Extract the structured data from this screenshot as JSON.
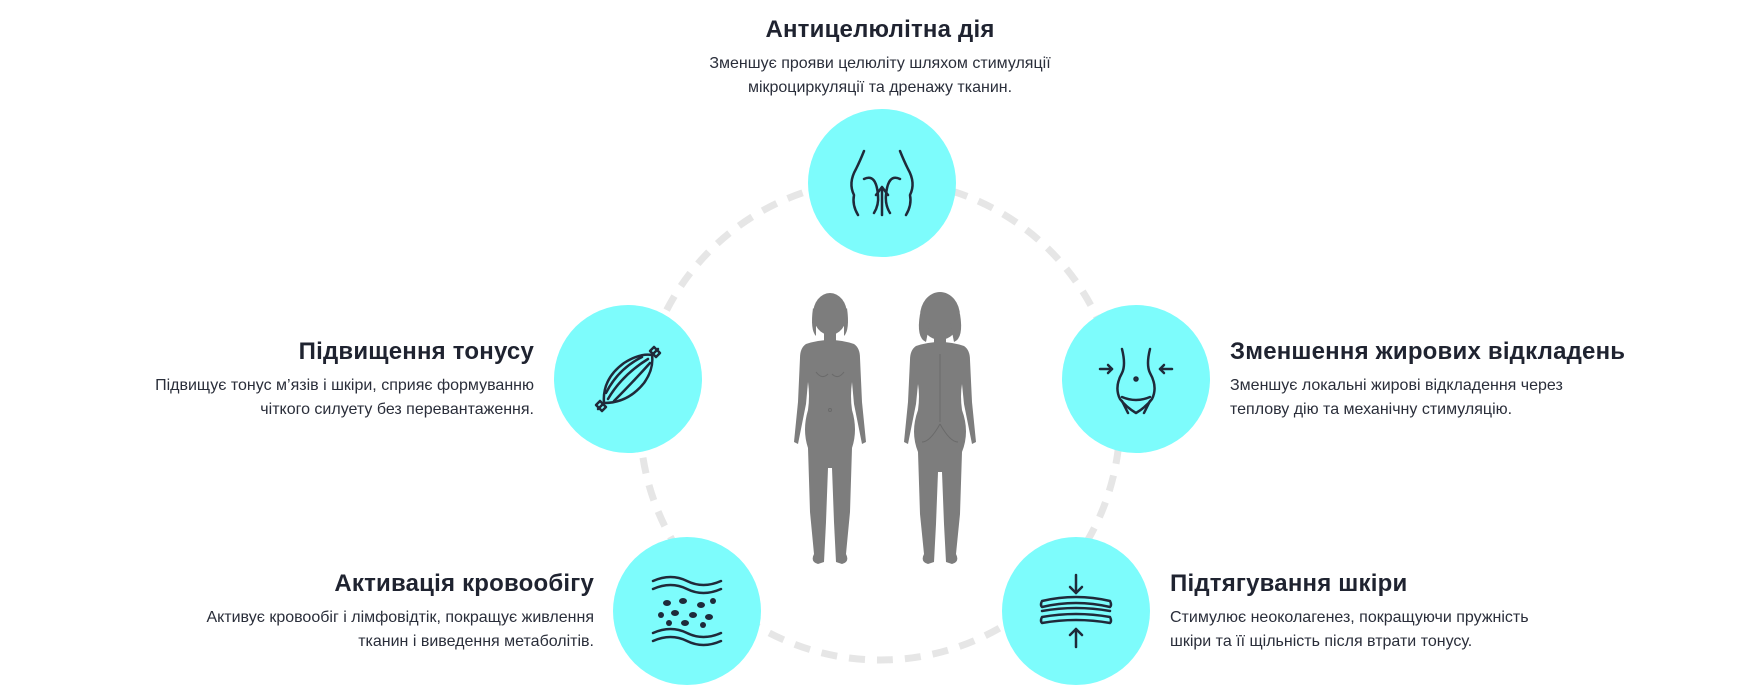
{
  "benefits": {
    "anticellulite": {
      "title": "Антицелюлітна дія",
      "line1": "Зменшує прояви целюліту шляхом стимуляції",
      "line2": "мікроциркуляції та дренажу тканин.",
      "icon": "buttocks-lift-icon"
    },
    "tone": {
      "title": "Підвищення тонусу",
      "line1": "Підвищує тонус м’язів і шкіри, сприяє формуванню",
      "line2": "чіткого силуету без перевантаження.",
      "icon": "muscle-icon"
    },
    "fat": {
      "title": "Зменшення жирових відкладень",
      "line1": "Зменшує локальні жирові відкладення через",
      "line2": "теплову дію та механічну стимуляцію.",
      "icon": "waist-slimming-icon"
    },
    "circulation": {
      "title": "Активація кровообігу",
      "line1": "Активує кровообіг і лімфовідтік, покращує живлення",
      "line2": "тканин і виведення метаболітів.",
      "icon": "blood-flow-icon"
    },
    "lifting": {
      "title": "Підтягування шкіри",
      "line1": "Стимулює неоколагенез, покращуючи пружність",
      "line2": "шкіри та її щільність після втрати тонусу.",
      "icon": "skin-layers-compress-icon"
    }
  },
  "colors": {
    "accent": "#7dfcfc",
    "ring": "#e6e6e6",
    "silhouette": "#7d7d7d",
    "text": "#1f2330",
    "icon_stroke": "#1f2a3a"
  }
}
